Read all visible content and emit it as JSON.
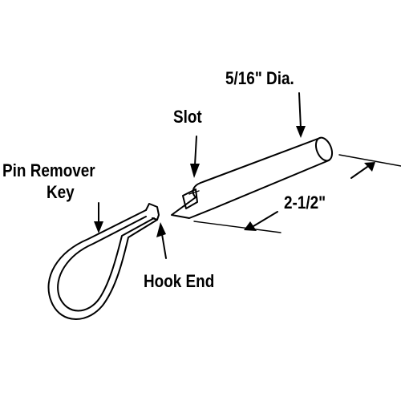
{
  "labels": {
    "diameter": "5/16\" Dia.",
    "slot": "Slot",
    "pin_remover_line1": "Pin Remover",
    "pin_remover_line2": "Key",
    "length": "2-1/2\"",
    "hook_end": "Hook End"
  },
  "colors": {
    "ink": "#000000",
    "background": "#ffffff"
  }
}
